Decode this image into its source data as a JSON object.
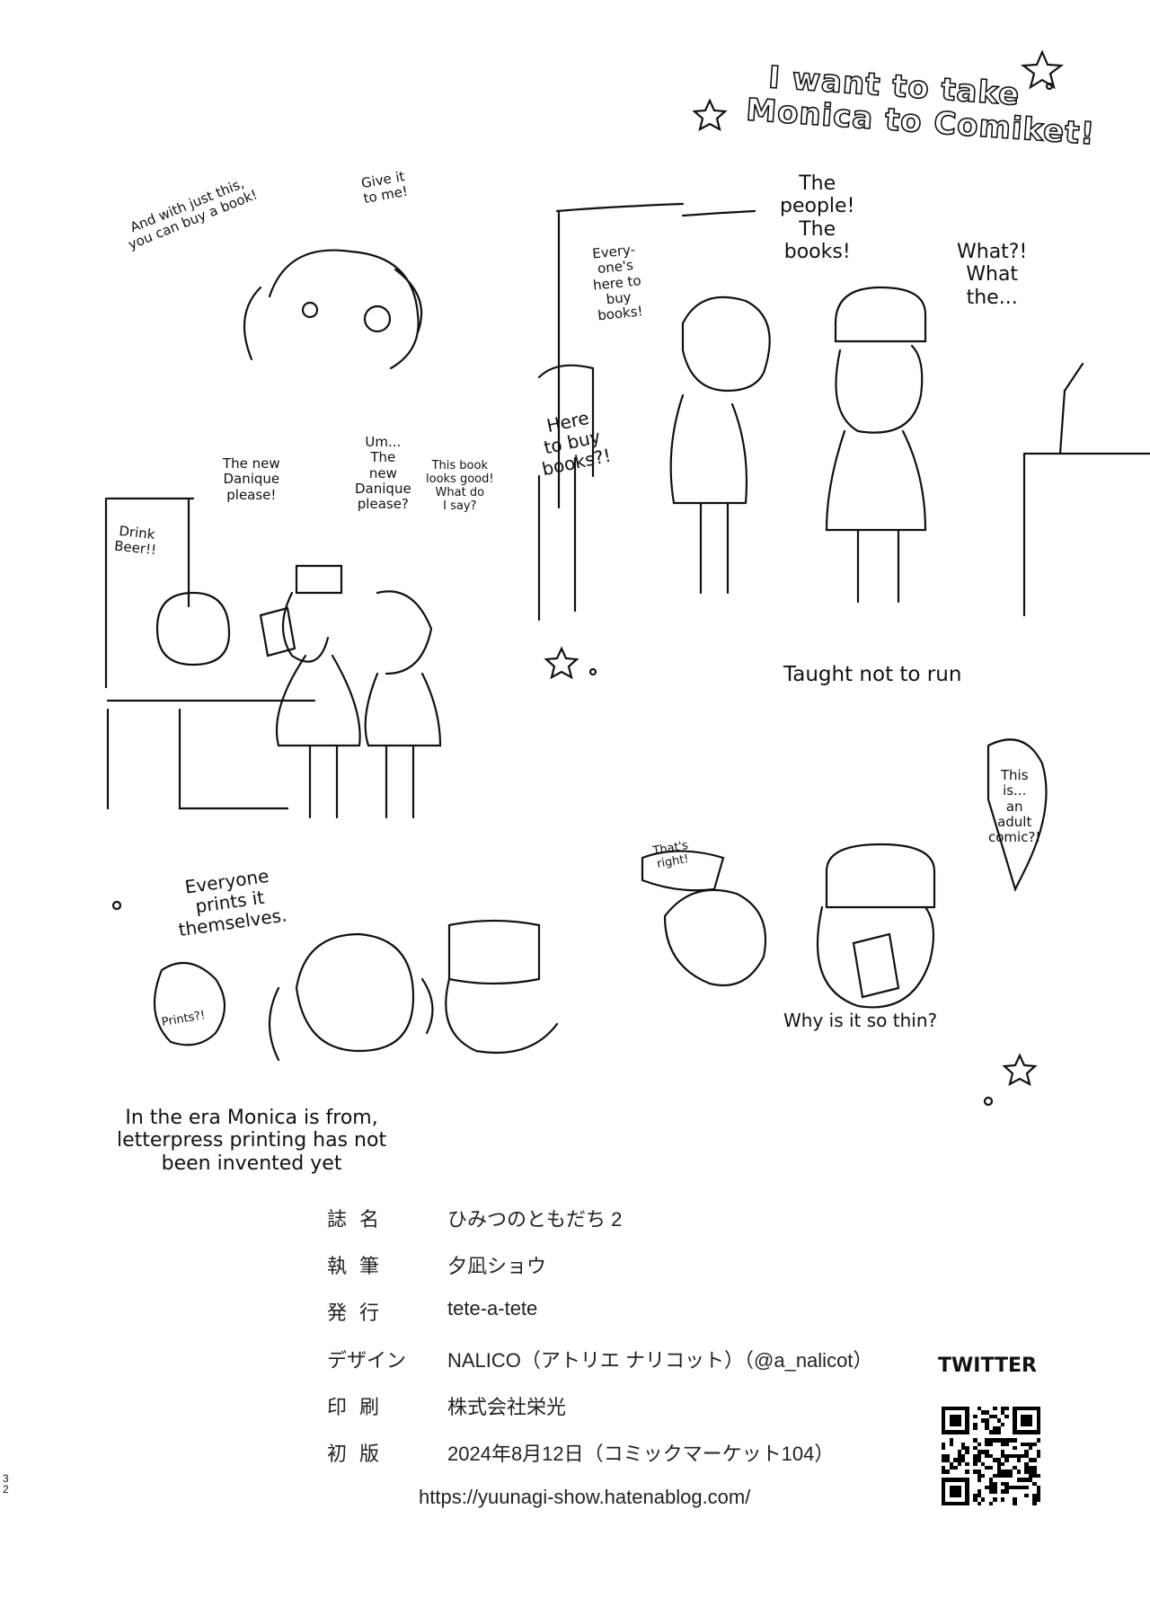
{
  "title": {
    "line1": "I want to take",
    "line2": "Monica to Comiket!"
  },
  "panels": {
    "buy_book": "And with just this,\nyou can buy a book!",
    "give_it": "Give it\nto me!",
    "everyones_here": "Every-\none's\nhere to\nbuy\nbooks!",
    "the_people": "The\npeople!\nThe\nbooks!",
    "what": "What?!\nWhat\nthe...",
    "here_to_buy": "Here\nto buy\nbooks?!",
    "drink_beer": "Drink\nBeer!!",
    "new_danique": "The new\nDanique\nplease!",
    "um_danique": "Um...\nThe\nnew\nDanique\nplease?",
    "book_looks_good": "This book\nlooks good!\nWhat do\nI say?",
    "taught_not_to_run": "Taught not to run",
    "adult_comic": "This\nis...\nan\nadult\ncomic?!",
    "thats_right": "That's\nright!",
    "why_thin": "Why is it so thin?",
    "everyone_prints": "Everyone\nprints it\nthemselves.",
    "prints": "Prints?!",
    "caption": "In the era Monica is from,\nletterpress printing has not\nbeen invented yet"
  },
  "colophon": [
    {
      "label": "誌名",
      "value": "ひみつのともだち 2"
    },
    {
      "label": "執筆",
      "value": "夕凪ショウ"
    },
    {
      "label": "発行",
      "value": "tete-a-tete"
    },
    {
      "label": "デザイン",
      "value": "NALICO（アトリエ ナリコット）（@a_nalicot）"
    },
    {
      "label": "印刷",
      "value": "株式会社栄光"
    },
    {
      "label": "初版",
      "value": "2024年8月12日（コミックマーケット104）"
    }
  ],
  "url": "https://yuunagi-show.hatenablog.com/",
  "twitter_label": "TWITTER",
  "page_number": "32"
}
